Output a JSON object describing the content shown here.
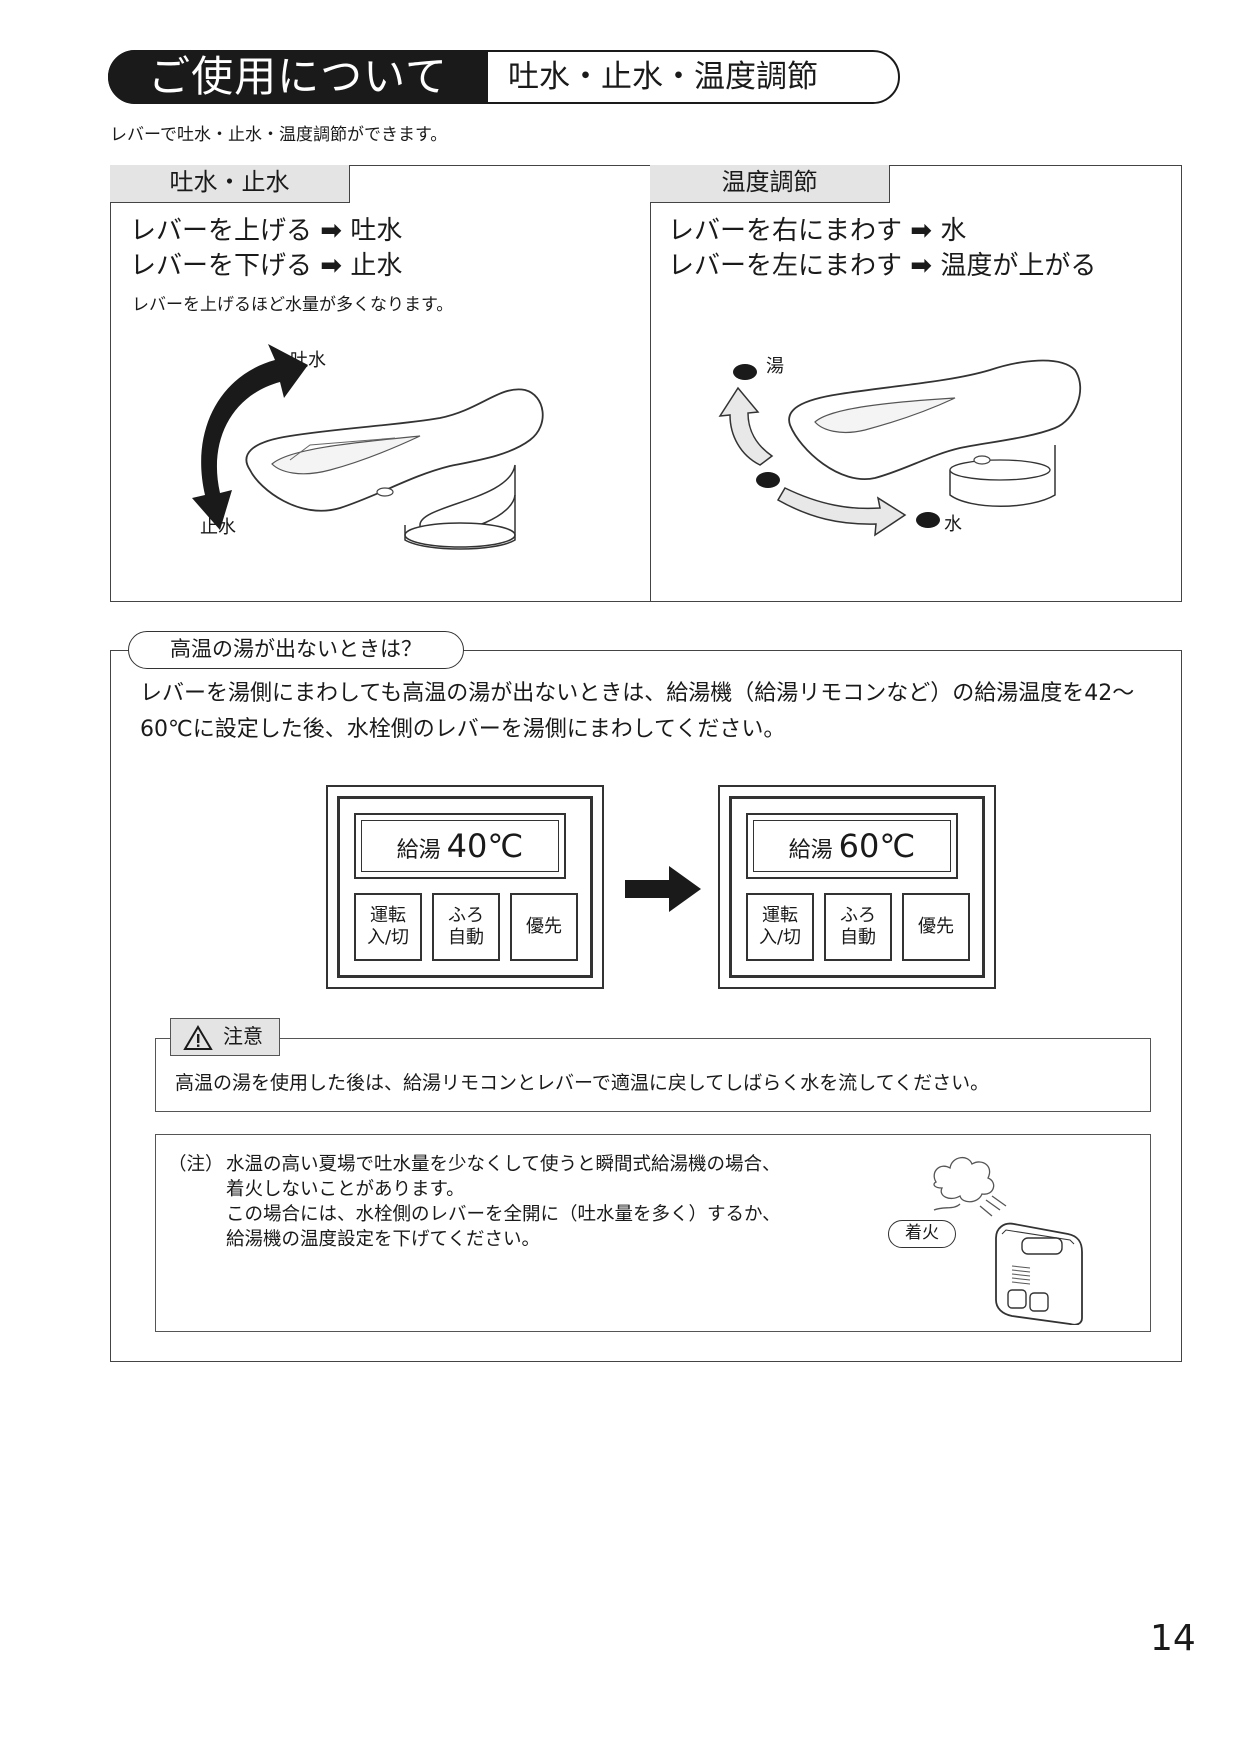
{
  "header": {
    "title": "ご使用について",
    "subtitle": "吐水・止水・温度調節"
  },
  "intro": "レバーで吐水・止水・温度調節ができます。",
  "flow_panel": {
    "tab": "吐水・止水",
    "line1": "レバーを上げる",
    "line1_result": "吐水",
    "line2": "レバーを下げる",
    "line2_result": "止水",
    "note": "レバーを上げるほど水量が多くなります。",
    "label_up": "吐水",
    "label_down": "止水"
  },
  "temp_panel": {
    "tab": "温度調節",
    "line1": "レバーを右にまわす",
    "line1_result": "水",
    "line2": "レバーを左にまわす",
    "line2_result": "温度が上がる",
    "label_hot": "湯",
    "label_cold": "水"
  },
  "arrow_glyph": "➡",
  "hot_section": {
    "title": "高温の湯が出ないときは？",
    "body": "レバーを湯側にまわしても高温の湯が出ないときは、給湯機（給湯リモコンなど）の給湯温度を42～60℃に設定した後、水栓側のレバーを湯側にまわしてください。",
    "remote_before": {
      "label": "給湯",
      "value": "40℃",
      "btn1_l1": "運転",
      "btn1_l2": "入/切",
      "btn2_l1": "ふろ",
      "btn2_l2": "自動",
      "btn3": "優先"
    },
    "remote_after": {
      "label": "給湯",
      "value": "60℃",
      "btn1_l1": "運転",
      "btn1_l2": "入/切",
      "btn2_l1": "ふろ",
      "btn2_l2": "自動",
      "btn3": "優先"
    }
  },
  "caution": {
    "tab": "注意",
    "text": "高温の湯を使用した後は、給湯リモコンとレバーで適温に戻してしばらく水を流してください。"
  },
  "note": {
    "prefix": "（注）",
    "line1": "水温の高い夏場で吐水量を少なくして使うと瞬間式給湯機の場合、",
    "line2": "着火しないことがあります。",
    "line3": "この場合には、水栓側のレバーを全開に（吐水量を多く）するか、",
    "line4": "給湯機の温度設定を下げてください。",
    "badge": "着火"
  },
  "page_number": "14"
}
